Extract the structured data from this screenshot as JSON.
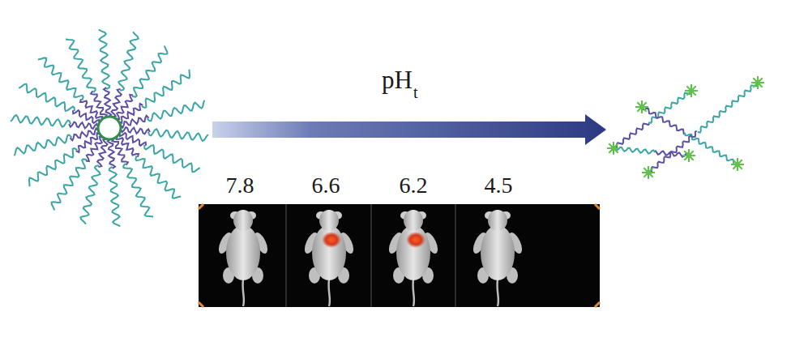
{
  "diagram": {
    "labels": [
      "pH",
      "t",
      "7.8",
      "6.6",
      "6.2",
      "4.5"
    ]
  }
}
